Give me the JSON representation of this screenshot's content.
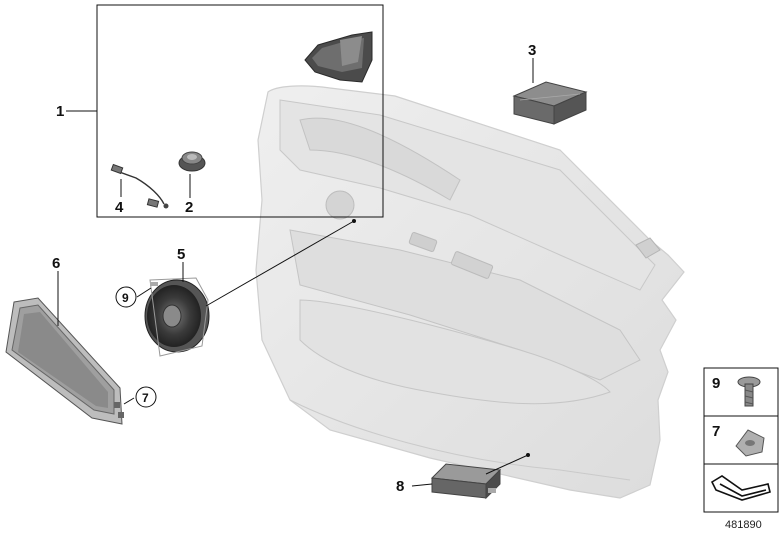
{
  "callouts": {
    "c1": "1",
    "c2": "2",
    "c3": "3",
    "c4": "4",
    "c5": "5",
    "c6": "6",
    "c7": "7",
    "c8": "8",
    "c9": "9"
  },
  "legend": {
    "item_top": "9",
    "item_mid": "7"
  },
  "reference_number": "481890",
  "colors": {
    "door_panel": "#e8e8e8",
    "panel_outline": "#c9c9c9",
    "speaker_dark": "#3a3a3a",
    "line": "#111111"
  },
  "icons": [
    "door-trim-panel",
    "tweeter-cover",
    "tweeter-speaker",
    "cable-harness",
    "amplifier-box",
    "speaker-grille",
    "midrange-speaker",
    "clip-nut",
    "screw",
    "control-module",
    "tool-icon"
  ]
}
